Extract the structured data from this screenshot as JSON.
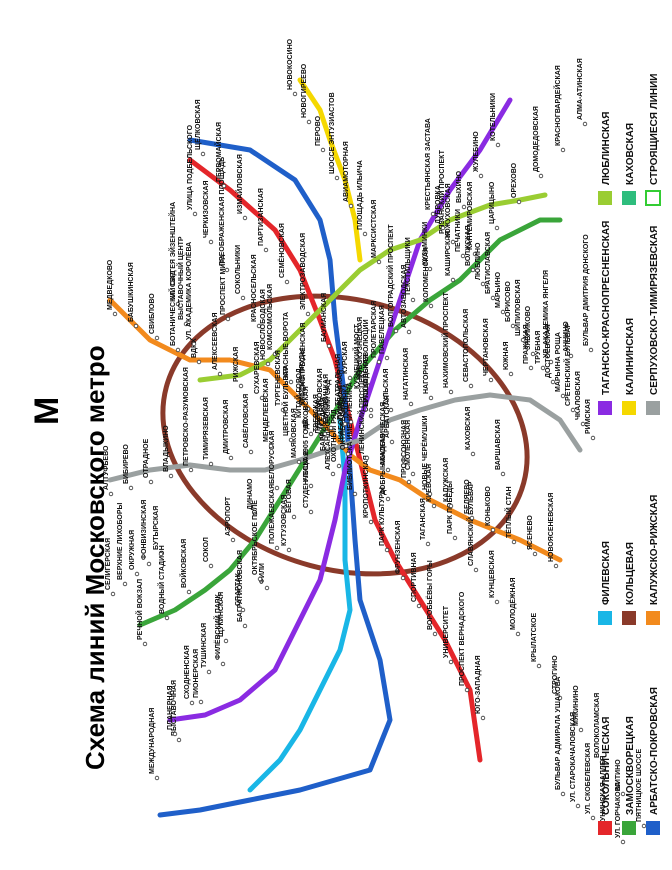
{
  "title": "Схема линий Московского метро",
  "logo": "М",
  "legend": [
    {
      "name": "СОКОЛЬНИЧЕСКАЯ",
      "color": "#e4262a"
    },
    {
      "name": "ЗАМОСКВОРЕЦКАЯ",
      "color": "#3aa53a"
    },
    {
      "name": "АРБАТСКО-ПОКРОВСКАЯ",
      "color": "#1f5fc9"
    },
    {
      "name": "ФИЛЕВСКАЯ",
      "color": "#19b6e6"
    },
    {
      "name": "КОЛЬЦЕВАЯ",
      "color": "#8a3a2a"
    },
    {
      "name": "КАЛУЖСКО-РИЖСКАЯ",
      "color": "#f28a1d"
    },
    {
      "name": "ТАГАНСКО-КРАСНОПРЕСНЕНСКАЯ",
      "color": "#8a2be2"
    },
    {
      "name": "КАЛИНИНСКАЯ",
      "color": "#f5d800"
    },
    {
      "name": "СЕРПУХОВСКО-ТИМИРЯЗЕВСКАЯ",
      "color": "#9aa0a0"
    },
    {
      "name": "ЛЮБЛИНСКАЯ",
      "color": "#9acd32"
    },
    {
      "name": "КАХОВСКАЯ",
      "color": "#2ebd7d"
    },
    {
      "name": "СТРОЯЩИЕСЯ ЛИНИИ",
      "color": "#33cc33"
    }
  ],
  "stations": {
    "sokolnicheskaya": [
      "УЛИЦА ПОДБЕЛЬСКОГО",
      "ЧЕРКИЗОВСКАЯ",
      "ПРЕОБРАЖЕНСКАЯ ПЛОЩАДЬ",
      "СОКОЛЬНИКИ",
      "КРАСНОСЕЛЬСКАЯ",
      "КОМСОМОЛЬСКАЯ",
      "КРАСНЫЕ ВОРОТА",
      "ЧИСТЫЕ ПРУДЫ",
      "ЛУБЯНКА",
      "ОХОТНЫЙ РЯД",
      "БИБЛИОТЕКА ИМЕНИ ЛЕНИНА",
      "КРОПОТКИНСКАЯ",
      "ПАРК КУЛЬТУРЫ",
      "ФРУНЗЕНСКАЯ",
      "СПОРТИВНАЯ",
      "ВОРОБЬЁВЫ ГОРЫ",
      "УНИВЕРСИТЕТ",
      "ПРОСПЕКТ ВЕРНАДСКОГО",
      "ЮГО-ЗАПАДНАЯ"
    ],
    "zamoskvoretskaya": [
      "РЕЧНОЙ ВОКЗАЛ",
      "ВОДНЫЙ СТАДИОН",
      "ВОЙКОВСКАЯ",
      "СОКОЛ",
      "АЭРОПОРТ",
      "ДИНАМО",
      "БЕЛОРУССКАЯ",
      "МАЯКОВСКАЯ",
      "ТВЕРСКАЯ",
      "ТЕАТРАЛЬНАЯ",
      "НОВОКУЗНЕЦКАЯ",
      "ПАВЕЛЕЦКАЯ",
      "АВТОЗАВОДСКАЯ",
      "КОЛОМЕНСКАЯ",
      "КАШИРСКАЯ",
      "КАНТЕМИРОВСКАЯ",
      "ЦАРИЦЫНО",
      "ОРЕХОВО",
      "ДОМОДЕДОВСКАЯ",
      "КРАСНОГВАРДЕЙСКАЯ",
      "АЛМА-АТИНСКАЯ"
    ],
    "arbatsko": [
      "ЩЁЛКОВСКАЯ",
      "ПЕРВОМАЙСКАЯ",
      "ИЗМАЙЛОВСКАЯ",
      "ПАРТИЗАНСКАЯ",
      "СЕМЁНОВСКАЯ",
      "ЭЛЕКТРОЗАВОДСКАЯ",
      "БАУМАНСКАЯ",
      "КУРСКАЯ",
      "ПЛОЩАДЬ РЕВОЛЮЦИИ",
      "АРБАТСКАЯ",
      "СМОЛЕНСКАЯ",
      "КИЕВСКАЯ",
      "ПАРК ПОБЕДЫ",
      "СЛАВЯНСКИЙ БУЛЬВАР",
      "КУНЦЕВСКАЯ",
      "МОЛОДЁЖНАЯ",
      "КРЫЛАТСКОЕ",
      "СТРОГИНО",
      "МЯКИНИНО",
      "ВОЛОКОЛАМСКАЯ",
      "МИТИНО",
      "ПЯТНИЦКОЕ ШОССЕ"
    ],
    "filevskaya": [
      "АЛЕКСАНДРОВСКИЙ САД",
      "СТУДЕНЧЕСКАЯ",
      "КУТУЗОВСКАЯ",
      "ФИЛИ",
      "БАГРАТИОНОВСКАЯ",
      "ФИЛЁВСКИЙ ПАРК",
      "ПИОНЕРСКАЯ",
      "ВЫСТАВОЧНАЯ",
      "МЕЖДУНАРОДНАЯ"
    ],
    "koltsevaya": [
      "ПРОСПЕКТ МИРА",
      "НОВОСЛОБОДСКАЯ",
      "КРАСНОПРЕСНЕНСКАЯ",
      "ОКТЯБРЬСКАЯ",
      "ДОБРЫНИНСКАЯ",
      "ТАГАНСКАЯ"
    ],
    "kaluzhsko": [
      "МЕДВЕДКОВО",
      "БАБУШКИНСКАЯ",
      "СВИБЛОВО",
      "БОТАНИЧЕСКИЙ САД",
      "ВДНХ",
      "АЛЕКСЕЕВСКАЯ",
      "РИЖСКАЯ",
      "СУХАРЕВСКАЯ",
      "ТУРГЕНЕВСКАЯ",
      "КИТАЙ-ГОРОД",
      "ТРЕТЬЯКОВСКАЯ",
      "ШАБОЛОВСКАЯ",
      "ЛЕНИНСКИЙ ПРОСПЕКТ",
      "АКАДЕМИЧЕСКАЯ",
      "ПРОФСОЮЗНАЯ",
      "НОВЫЕ ЧЕРЁМУШКИ",
      "КАЛУЖСКАЯ",
      "БЕЛЯЕВО",
      "КОНЬКОВО",
      "ТЁПЛЫЙ СТАН",
      "ЯСЕНЕВО",
      "НОВОЯСЕНЕВСКАЯ"
    ],
    "tagansko": [
      "ПЛАНЕРНАЯ",
      "СХОДНЕНСКАЯ",
      "ТУШИНСКАЯ",
      "ЩУКИНСКАЯ",
      "СПАРТАК",
      "ОКТЯБРЬСКОЕ ПОЛЕ",
      "ПОЛЕЖАЕВСКАЯ",
      "БЕГОВАЯ",
      "УЛИЦА 1905 ГОДА",
      "БАРРИКАДНАЯ",
      "ПУШКИНСКАЯ",
      "КУЗНЕЦКИЙ МОСТ",
      "ПРОЛЕТАРСКАЯ",
      "ВОЛГОГРАДСКИЙ ПРОСПЕКТ",
      "ТЕКСТИЛЬЩИКИ",
      "КУЗЬМИНКИ",
      "РЯЗАНСКИЙ ПРОСПЕКТ",
      "ВЫХИНО",
      "ЖУЛЕБИНО",
      "КОТЕЛЬНИКИ"
    ],
    "kalininskaya": [
      "НОВОКОСИНО",
      "НОВОГИРЕЕВО",
      "ПЕРОВО",
      "ШОССЕ ЭНТУЗИАСТОВ",
      "АВИАМОТОРНАЯ",
      "ПЛОЩАДЬ ИЛЬИЧА",
      "МАРКСИСТСКАЯ"
    ],
    "serpukhovsko": [
      "АЛТУФЬЕВО",
      "БИБИРЕВО",
      "ОТРАДНОЕ",
      "ВЛАДЫКИНО",
      "ПЕТРОВСКО-РАЗУМОВСКАЯ",
      "ТИМИРЯЗЕВСКАЯ",
      "ДМИТРОВСКАЯ",
      "САВЁЛОВСКАЯ",
      "МЕНДЕЛЕЕВСКАЯ",
      "ЦВЕТНОЙ БУЛЬВАР",
      "ЧЕХОВСКАЯ",
      "БОРОВИЦКАЯ",
      "ПОЛЯНКА",
      "СЕРПУХОВСКАЯ",
      "ТУЛЬСКАЯ",
      "НАГАТИНСКАЯ",
      "НАГОРНАЯ",
      "НАХИМОВСКИЙ ПРОСПЕКТ",
      "СЕВАСТОПОЛЬСКАЯ",
      "ЧЕРТАНОВСКАЯ",
      "ЮЖНАЯ",
      "ПРАЖСКАЯ",
      "УЛ. АКАДЕМИКА ЯНГЕЛЯ",
      "АННИНО",
      "БУЛЬВАР ДМИТРИЯ ДОНСКОГО"
    ],
    "lyublinskaya": [
      "КРЕСТЬЯНСКАЯ ЗАСТАВА",
      "ДУБРОВКА",
      "КОЖУХОВСКАЯ",
      "ПЕЧАТНИКИ",
      "ВОЛЖСКАЯ",
      "ЛЮБЛИНО",
      "БРАТИСЛАВСКАЯ",
      "МАРЬИНО",
      "БОРИСОВО",
      "ШИПИЛОВСКАЯ",
      "ЗЯБЛИКОВО",
      "ТРУБНАЯ",
      "ДОСТОЕВСКАЯ",
      "МАРЬИНА РОЩА",
      "СРЕТЕНСКИЙ БУЛЬВАР",
      "ЧКАЛОВСКАЯ",
      "РИМСКАЯ"
    ],
    "kakhovskaya": [
      "КАХОВСКАЯ",
      "ВАРШАВСКАЯ"
    ],
    "butovo": [
      "БУЛЬВАР АДМИРАЛА УШАКОВА",
      "УЛ. СТАРОКАЧАЛОВСКАЯ",
      "УЛ. СКОБЕЛЕВСКАЯ",
      "БУНИНСКАЯ АЛЛЕЯ",
      "УЛ. ГОРЧАКОВА"
    ],
    "other": [
      "СЕЛИГЕРСКАЯ",
      "ВЕРХНИЕ ЛИХОБОРЫ",
      "ОКРУЖНАЯ",
      "ФОНВИЗИНСКАЯ",
      "БУТЫРСКАЯ"
    ],
    "monorail": [
      "УЛ. СЕРГЕЯ ЭЙЗЕНШТЕЙНА",
      "ВЫСТАВОЧНЫЙ ЦЕНТР",
      "УЛ. АКАДЕМИКА КОРОЛЁВА"
    ]
  }
}
